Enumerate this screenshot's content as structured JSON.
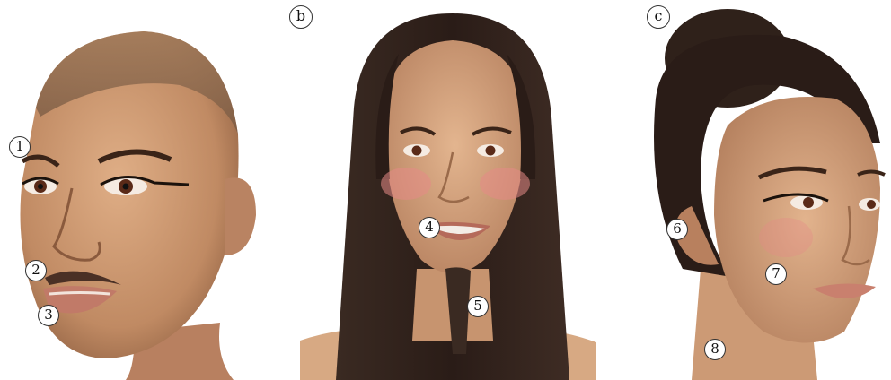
{
  "panels": [
    {
      "id": "a",
      "letter": "",
      "description_markers": [
        "1",
        "2",
        "3"
      ]
    },
    {
      "id": "b",
      "letter": "b",
      "description_markers": [
        "4",
        "5"
      ]
    },
    {
      "id": "c",
      "letter": "c",
      "description_markers": [
        "6",
        "7",
        "8"
      ]
    }
  ],
  "markers": {
    "m1": "1",
    "m2": "2",
    "m3": "3",
    "m4": "4",
    "m5": "5",
    "m6": "6",
    "m7": "7",
    "m8": "8"
  },
  "letters": {
    "b": "b",
    "c": "c"
  },
  "colors": {
    "skin_a": "#c9936c",
    "skin_b": "#d7a983",
    "skin_c": "#d6a27a",
    "hair_dark": "#2a1c17",
    "hair_shaved": "#8a6a4f",
    "cheek_blush": "#e58a86",
    "lip": "#c9806e",
    "goatee": "#3a2a22"
  }
}
